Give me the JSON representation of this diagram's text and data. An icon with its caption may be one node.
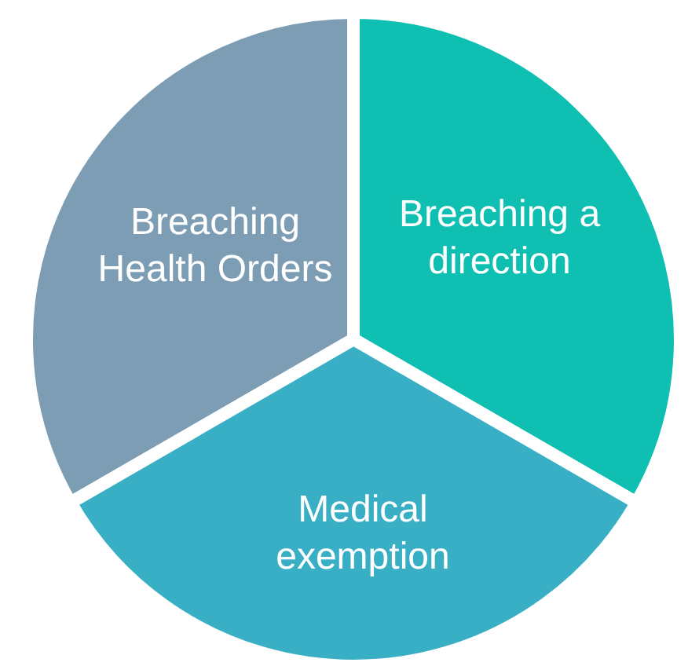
{
  "diagram": {
    "nodes": [
      {
        "text": [
          "Breaching Health Orders"
        ]
      },
      {
        "text": [
          "Breaching a direction"
        ]
      },
      {
        "text": [
          "Medical exemption"
        ]
      }
    ]
  }
}
